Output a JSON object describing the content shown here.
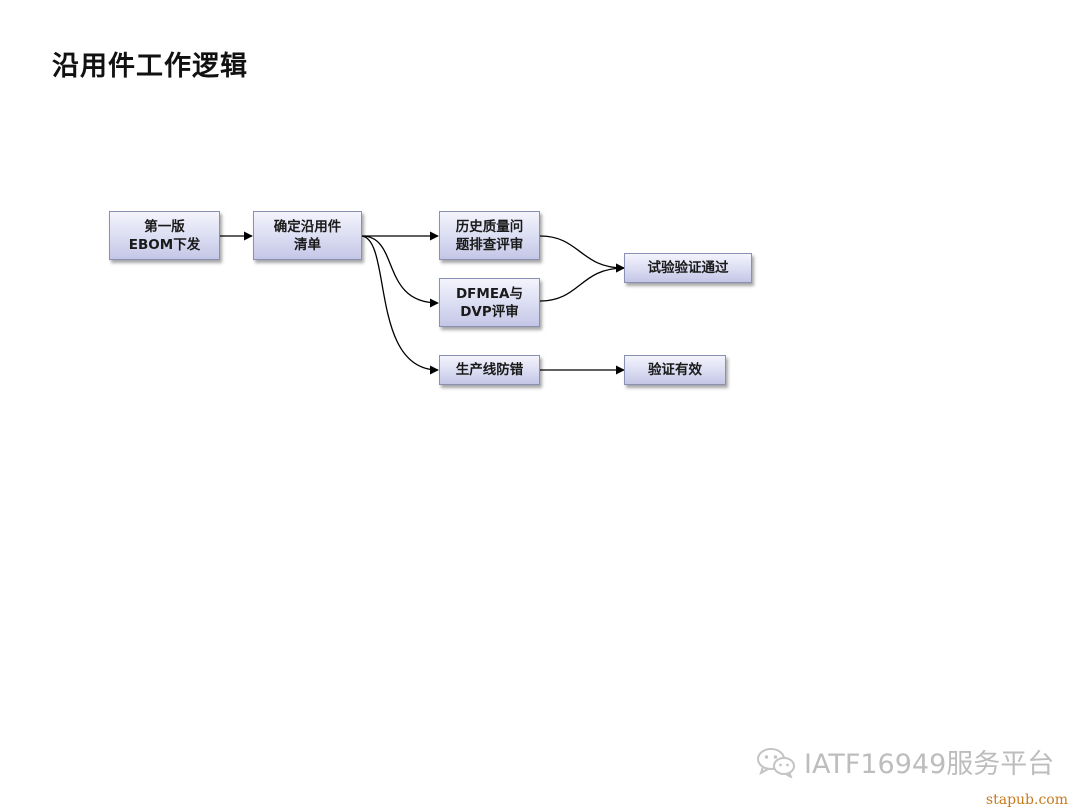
{
  "title": "沿用件工作逻辑",
  "nodes": {
    "ebom": {
      "line1": "第一版",
      "line2": "EBOM下发"
    },
    "list": {
      "line1": "确定沿用件",
      "line2": "清单"
    },
    "history": {
      "line1": "历史质量问",
      "line2": "题排查评审"
    },
    "dfmea": {
      "line1": "DFMEA与",
      "line2": "DVP评审"
    },
    "errorproof": {
      "label": "生产线防错"
    },
    "test": {
      "label": "试验验证通过"
    },
    "valid": {
      "label": "验证有效"
    }
  },
  "edges": [
    [
      "ebom",
      "list"
    ],
    [
      "list",
      "history"
    ],
    [
      "list",
      "dfmea"
    ],
    [
      "list",
      "errorproof"
    ],
    [
      "history",
      "test"
    ],
    [
      "dfmea",
      "test"
    ],
    [
      "errorproof",
      "valid"
    ]
  ],
  "watermark": {
    "text": "IATF16949服务平台",
    "icon": "wechat-icon"
  },
  "footer": "stapub.com",
  "colors": {
    "box_fill_top": "#f4f4fc",
    "box_fill_bottom": "#c4c6e6",
    "box_border": "#8a8fb4",
    "arrow": "#000000"
  }
}
